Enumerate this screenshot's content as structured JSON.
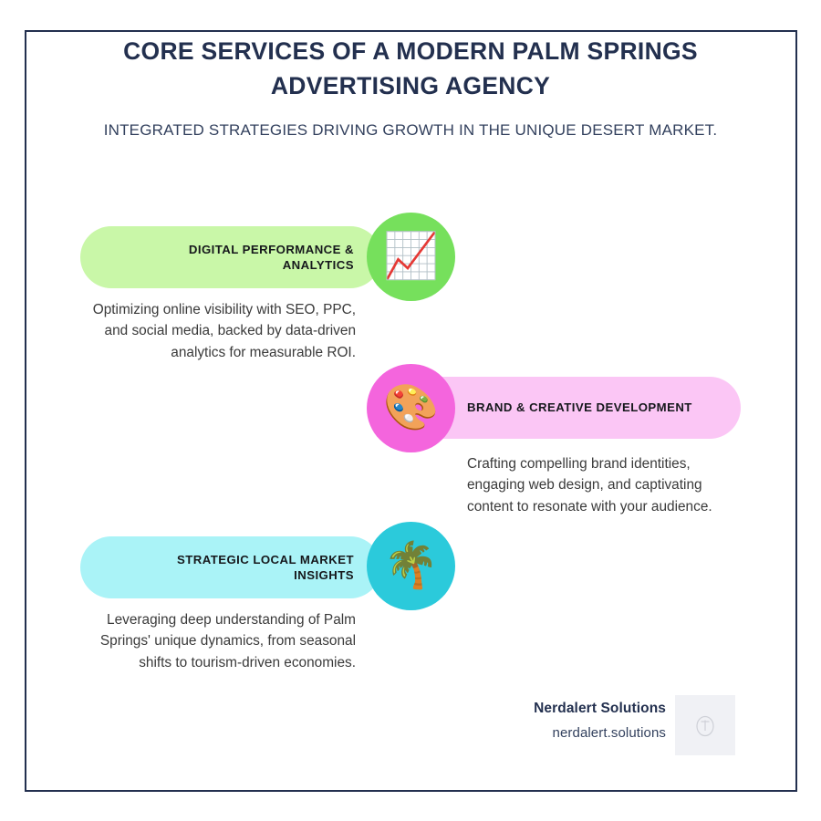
{
  "header": {
    "title": "CORE SERVICES OF A MODERN PALM SPRINGS ADVERTISING AGENCY",
    "subtitle": "INTEGRATED STRATEGIES DRIVING GROWTH IN THE UNIQUE DESERT MARKET."
  },
  "services": [
    {
      "label": "DIGITAL PERFORMANCE &\nANALYTICS",
      "description": "Optimizing online visibility with SEO, PPC, and social media, backed by data-driven analytics for measurable ROI.",
      "icon": "chart-increasing-icon",
      "icon_glyph": "📈",
      "pill_color": "#c9f7a8",
      "circle_color": "#76e05c"
    },
    {
      "label": "BRAND & CREATIVE DEVELOPMENT",
      "description": "Crafting compelling brand identities, engaging web design, and captivating content to resonate with your audience.",
      "icon": "artist-palette-icon",
      "icon_glyph": "🎨",
      "pill_color": "#fbc6f5",
      "circle_color": "#f465dd"
    },
    {
      "label": "STRATEGIC LOCAL MARKET\nINSIGHTS",
      "description": "Leveraging deep understanding of Palm Springs' unique dynamics, from seasonal shifts to tourism-driven economies.",
      "icon": "palm-tree-icon",
      "icon_glyph": "🌴",
      "pill_color": "#aaf3f7",
      "circle_color": "#2bcadb"
    }
  ],
  "footer": {
    "brand_name": "Nerdalert Solutions",
    "website": "nerdalert.solutions",
    "logo_icon": "logo-placeholder-icon"
  },
  "colors": {
    "frame": "#23304f",
    "title": "#23304f",
    "subtitle": "#33415e",
    "body_text": "#3a3a3a",
    "label_text": "#16181c",
    "background": "#ffffff"
  }
}
